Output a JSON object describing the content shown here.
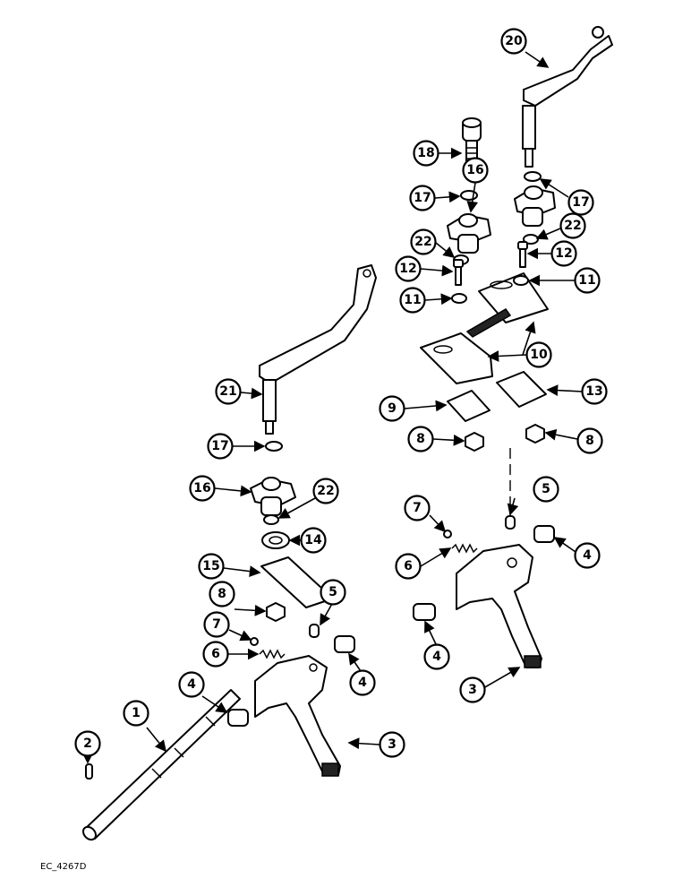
{
  "diagram": {
    "reference_code": "EC_4267D",
    "callouts": [
      "1",
      "2",
      "3",
      "3",
      "4",
      "4",
      "4",
      "4",
      "5",
      "5",
      "6",
      "6",
      "7",
      "7",
      "8",
      "8",
      "8",
      "9",
      "10",
      "11",
      "11",
      "12",
      "12",
      "13",
      "14",
      "15",
      "16",
      "16",
      "17",
      "17",
      "17",
      "18",
      "20",
      "21",
      "22",
      "22",
      "22"
    ]
  }
}
